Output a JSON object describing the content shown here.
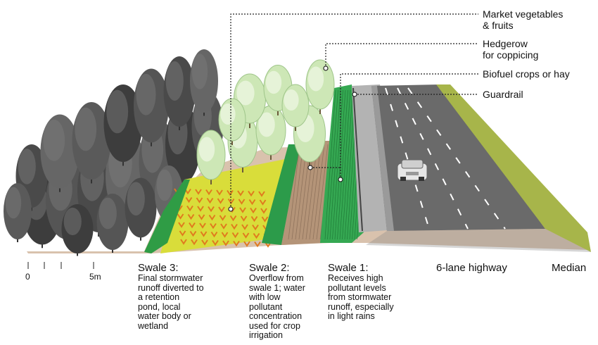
{
  "callouts": {
    "market_vegetables": "Market vegetables\n& fruits",
    "hedgerow": "Hedgerow\nfor coppicing",
    "biofuel": "Biofuel crops or hay",
    "guardrail": "Guardrail"
  },
  "sections": {
    "swale3": {
      "title": "Swale 3:",
      "description": "Final stormwater\nrunoff diverted to\na retention\npond, local\nwater body or\nwetland"
    },
    "swale2": {
      "title": "Swale 2:",
      "description": "Overflow from\nswale 1; water\nwith low\npollutant\nconcentration\nused for crop\nirrigation"
    },
    "swale1": {
      "title": "Swale 1:",
      "description": "Receives high\npollutant levels\nfrom stormwater\nrunoff, especially\nin light rains"
    },
    "highway": {
      "title": "6-lane highway"
    },
    "median": {
      "title": "Median"
    }
  },
  "scale": {
    "start_label": "0",
    "end_label": "5m"
  },
  "colors": {
    "road": "#6e6e6e",
    "road_shoulder": "#a9a9a9",
    "median": "#a9b54a",
    "grass_green": "#2e9f4a",
    "crop_yellow": "#e8d63a",
    "crop_orange": "#e07a1e",
    "hedge_soil": "#b89a7e",
    "tree_light": "#cfe8b8",
    "forest_dark": "#4a4a4a",
    "ground": "#d9c2ad"
  }
}
